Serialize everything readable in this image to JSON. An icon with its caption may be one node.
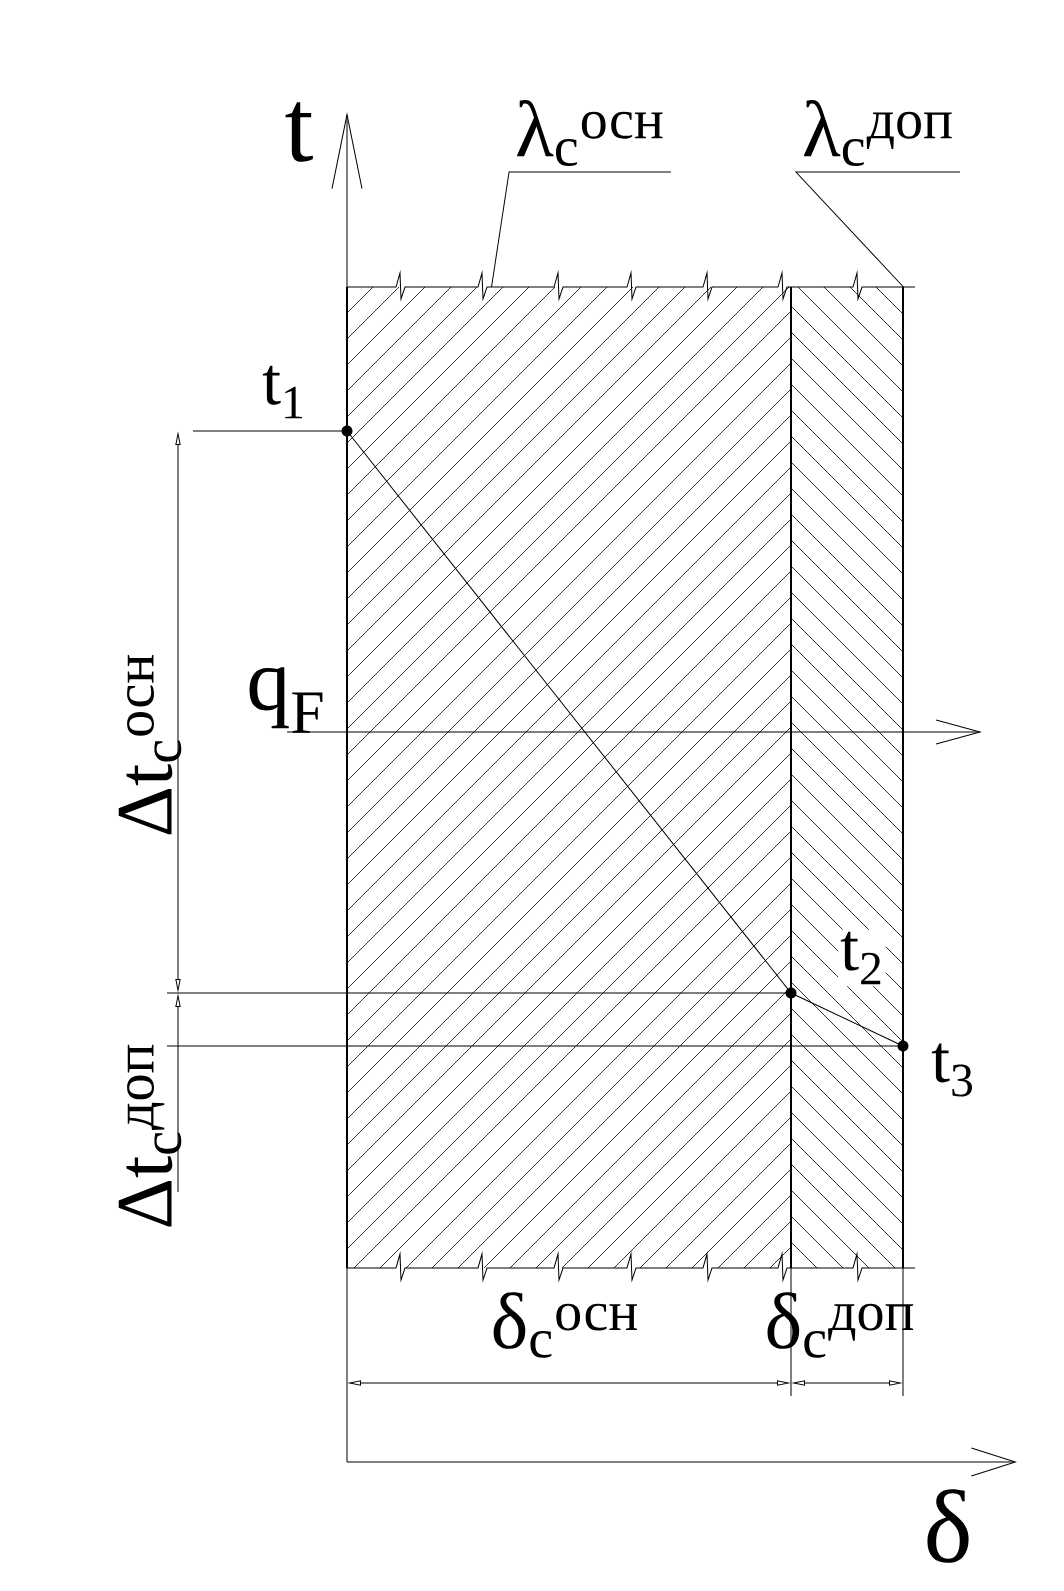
{
  "diagram": {
    "nodes": [
      {
        "text": [
          "λ$_{c}$$^{осн}$"
        ]
      },
      {
        "text": [
          "λ$_{c}$$^{доп}$"
        ]
      },
      {
        "text": [],
        "shape": "box"
      },
      {
        "text": [],
        "shape": "box"
      }
    ],
    "edges": [
      {
        "from": 0,
        "to": 2,
        "arrow": "none"
      },
      {
        "from": 1,
        "to": 3,
        "arrow": "none"
      }
    ],
    "labels": [
      "t",
      "t$_{1}$",
      "q$_{F}$",
      "Δt$_{c}$$^{осн}$",
      "t$_{2}$",
      "t$_{3}$",
      "Δt$_{c}$$^{доп}$",
      "δ$_{c}$$^{осн}$",
      "δ$_{c}$$^{доп}$",
      "δ"
    ]
  }
}
